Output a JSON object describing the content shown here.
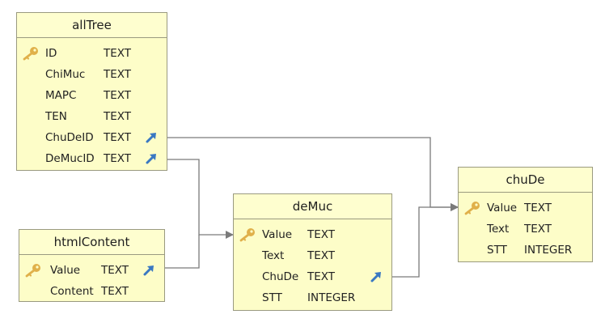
{
  "tables": {
    "allTree": {
      "name": "allTree",
      "rows": [
        {
          "name": "ID",
          "type": "TEXT",
          "pk": true,
          "fk": false
        },
        {
          "name": "ChiMuc",
          "type": "TEXT",
          "pk": false,
          "fk": false
        },
        {
          "name": "MAPC",
          "type": "TEXT",
          "pk": false,
          "fk": false
        },
        {
          "name": "TEN",
          "type": "TEXT",
          "pk": false,
          "fk": false
        },
        {
          "name": "ChuDeID",
          "type": "TEXT",
          "pk": false,
          "fk": true
        },
        {
          "name": "DeMucID",
          "type": "TEXT",
          "pk": false,
          "fk": true
        }
      ]
    },
    "htmlContent": {
      "name": "htmlContent",
      "rows": [
        {
          "name": "Value",
          "type": "TEXT",
          "pk": true,
          "fk": true
        },
        {
          "name": "Content",
          "type": "TEXT",
          "pk": false,
          "fk": false
        }
      ]
    },
    "deMuc": {
      "name": "deMuc",
      "rows": [
        {
          "name": "Value",
          "type": "TEXT",
          "pk": true,
          "fk": false
        },
        {
          "name": "Text",
          "type": "TEXT",
          "pk": false,
          "fk": false
        },
        {
          "name": "ChuDe",
          "type": "TEXT",
          "pk": false,
          "fk": true
        },
        {
          "name": "STT",
          "type": "INTEGER",
          "pk": false,
          "fk": false
        }
      ]
    },
    "chuDe": {
      "name": "chuDe",
      "rows": [
        {
          "name": "Value",
          "type": "TEXT",
          "pk": true,
          "fk": false
        },
        {
          "name": "Text",
          "type": "TEXT",
          "pk": false,
          "fk": false
        },
        {
          "name": "STT",
          "type": "INTEGER",
          "pk": false,
          "fk": false
        }
      ]
    }
  },
  "relations": [
    {
      "from": "allTree.ChuDeID",
      "to": "chuDe.Value"
    },
    {
      "from": "allTree.DeMucID",
      "to": "deMuc.Value"
    },
    {
      "from": "htmlContent.Value",
      "to": "deMuc.Value"
    },
    {
      "from": "deMuc.ChuDe",
      "to": "chuDe.Value"
    }
  ],
  "colors": {
    "table_fill": "#fdfdc8",
    "table_border": "#9a9a80",
    "edge": "#7a7a7a",
    "key_icon": "#e0b04a",
    "fk_icon": "#3a78c2"
  }
}
